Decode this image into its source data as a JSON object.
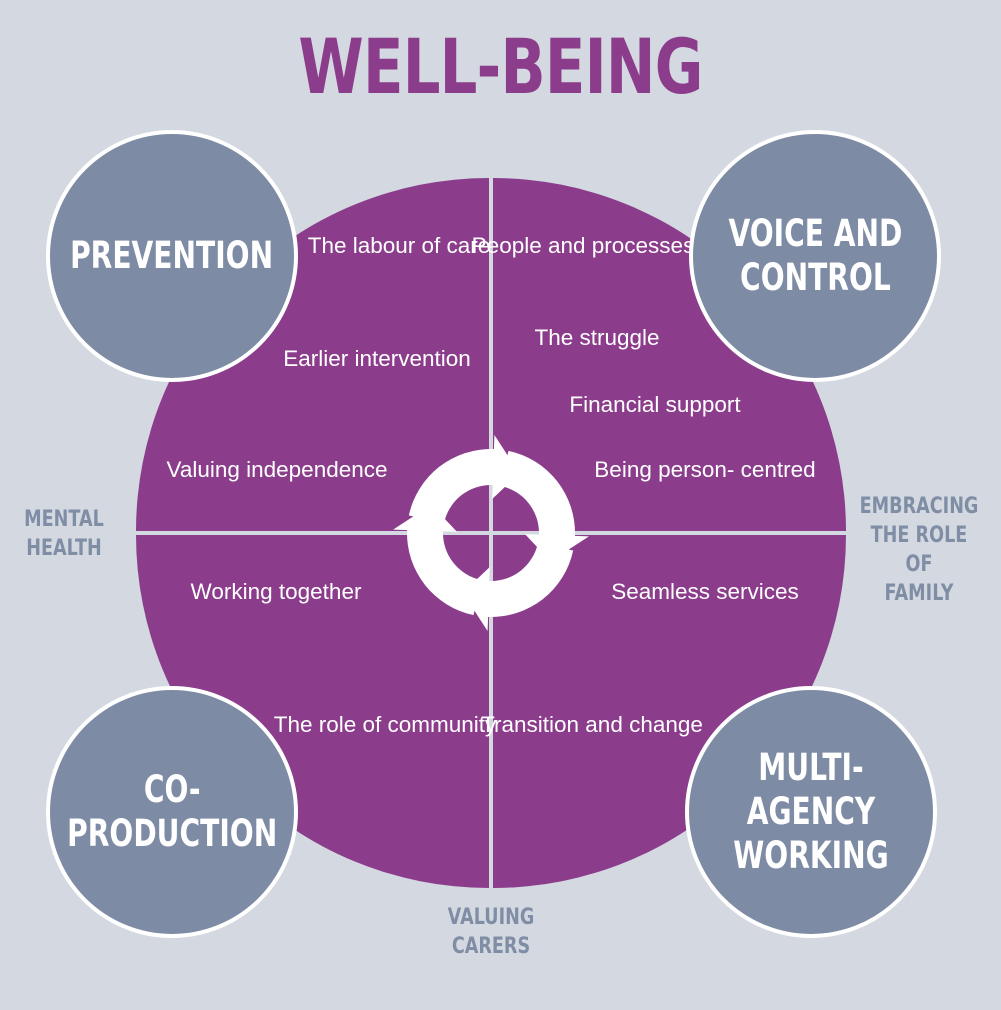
{
  "title": "WELL-BEING",
  "colors": {
    "background": "#d4d8e1",
    "wheel": "#8b3d8c",
    "circles": "#7e8ba4",
    "outer_labels": "#7f8ea5",
    "title": "#8b3d8c"
  },
  "quadrants": {
    "top_left": [
      "The labour\nof care",
      "Earlier\nintervention",
      "Valuing\nindependence"
    ],
    "top_right": [
      "People and\nprocesses",
      "The struggle",
      "Financial support",
      "Being person-\ncentred"
    ],
    "bottom_left": [
      "Working\ntogether",
      "The role of\ncommunity"
    ],
    "bottom_right": [
      "Seamless\nservices",
      "Transition and\nchange"
    ]
  },
  "circles": {
    "top_left": "PREVENTION",
    "top_right": "VOICE AND\nCONTROL",
    "bottom_left": "CO-\nPRODUCTION",
    "bottom_right": "MULTI-AGENCY\nWORKING"
  },
  "outer_labels": {
    "left": "MENTAL\nHEALTH",
    "right": "EMBRACING\nTHE ROLE OF\nFAMILY",
    "bottom": "VALUING\nCARERS"
  },
  "center_icon": "cycle-arrows-icon"
}
